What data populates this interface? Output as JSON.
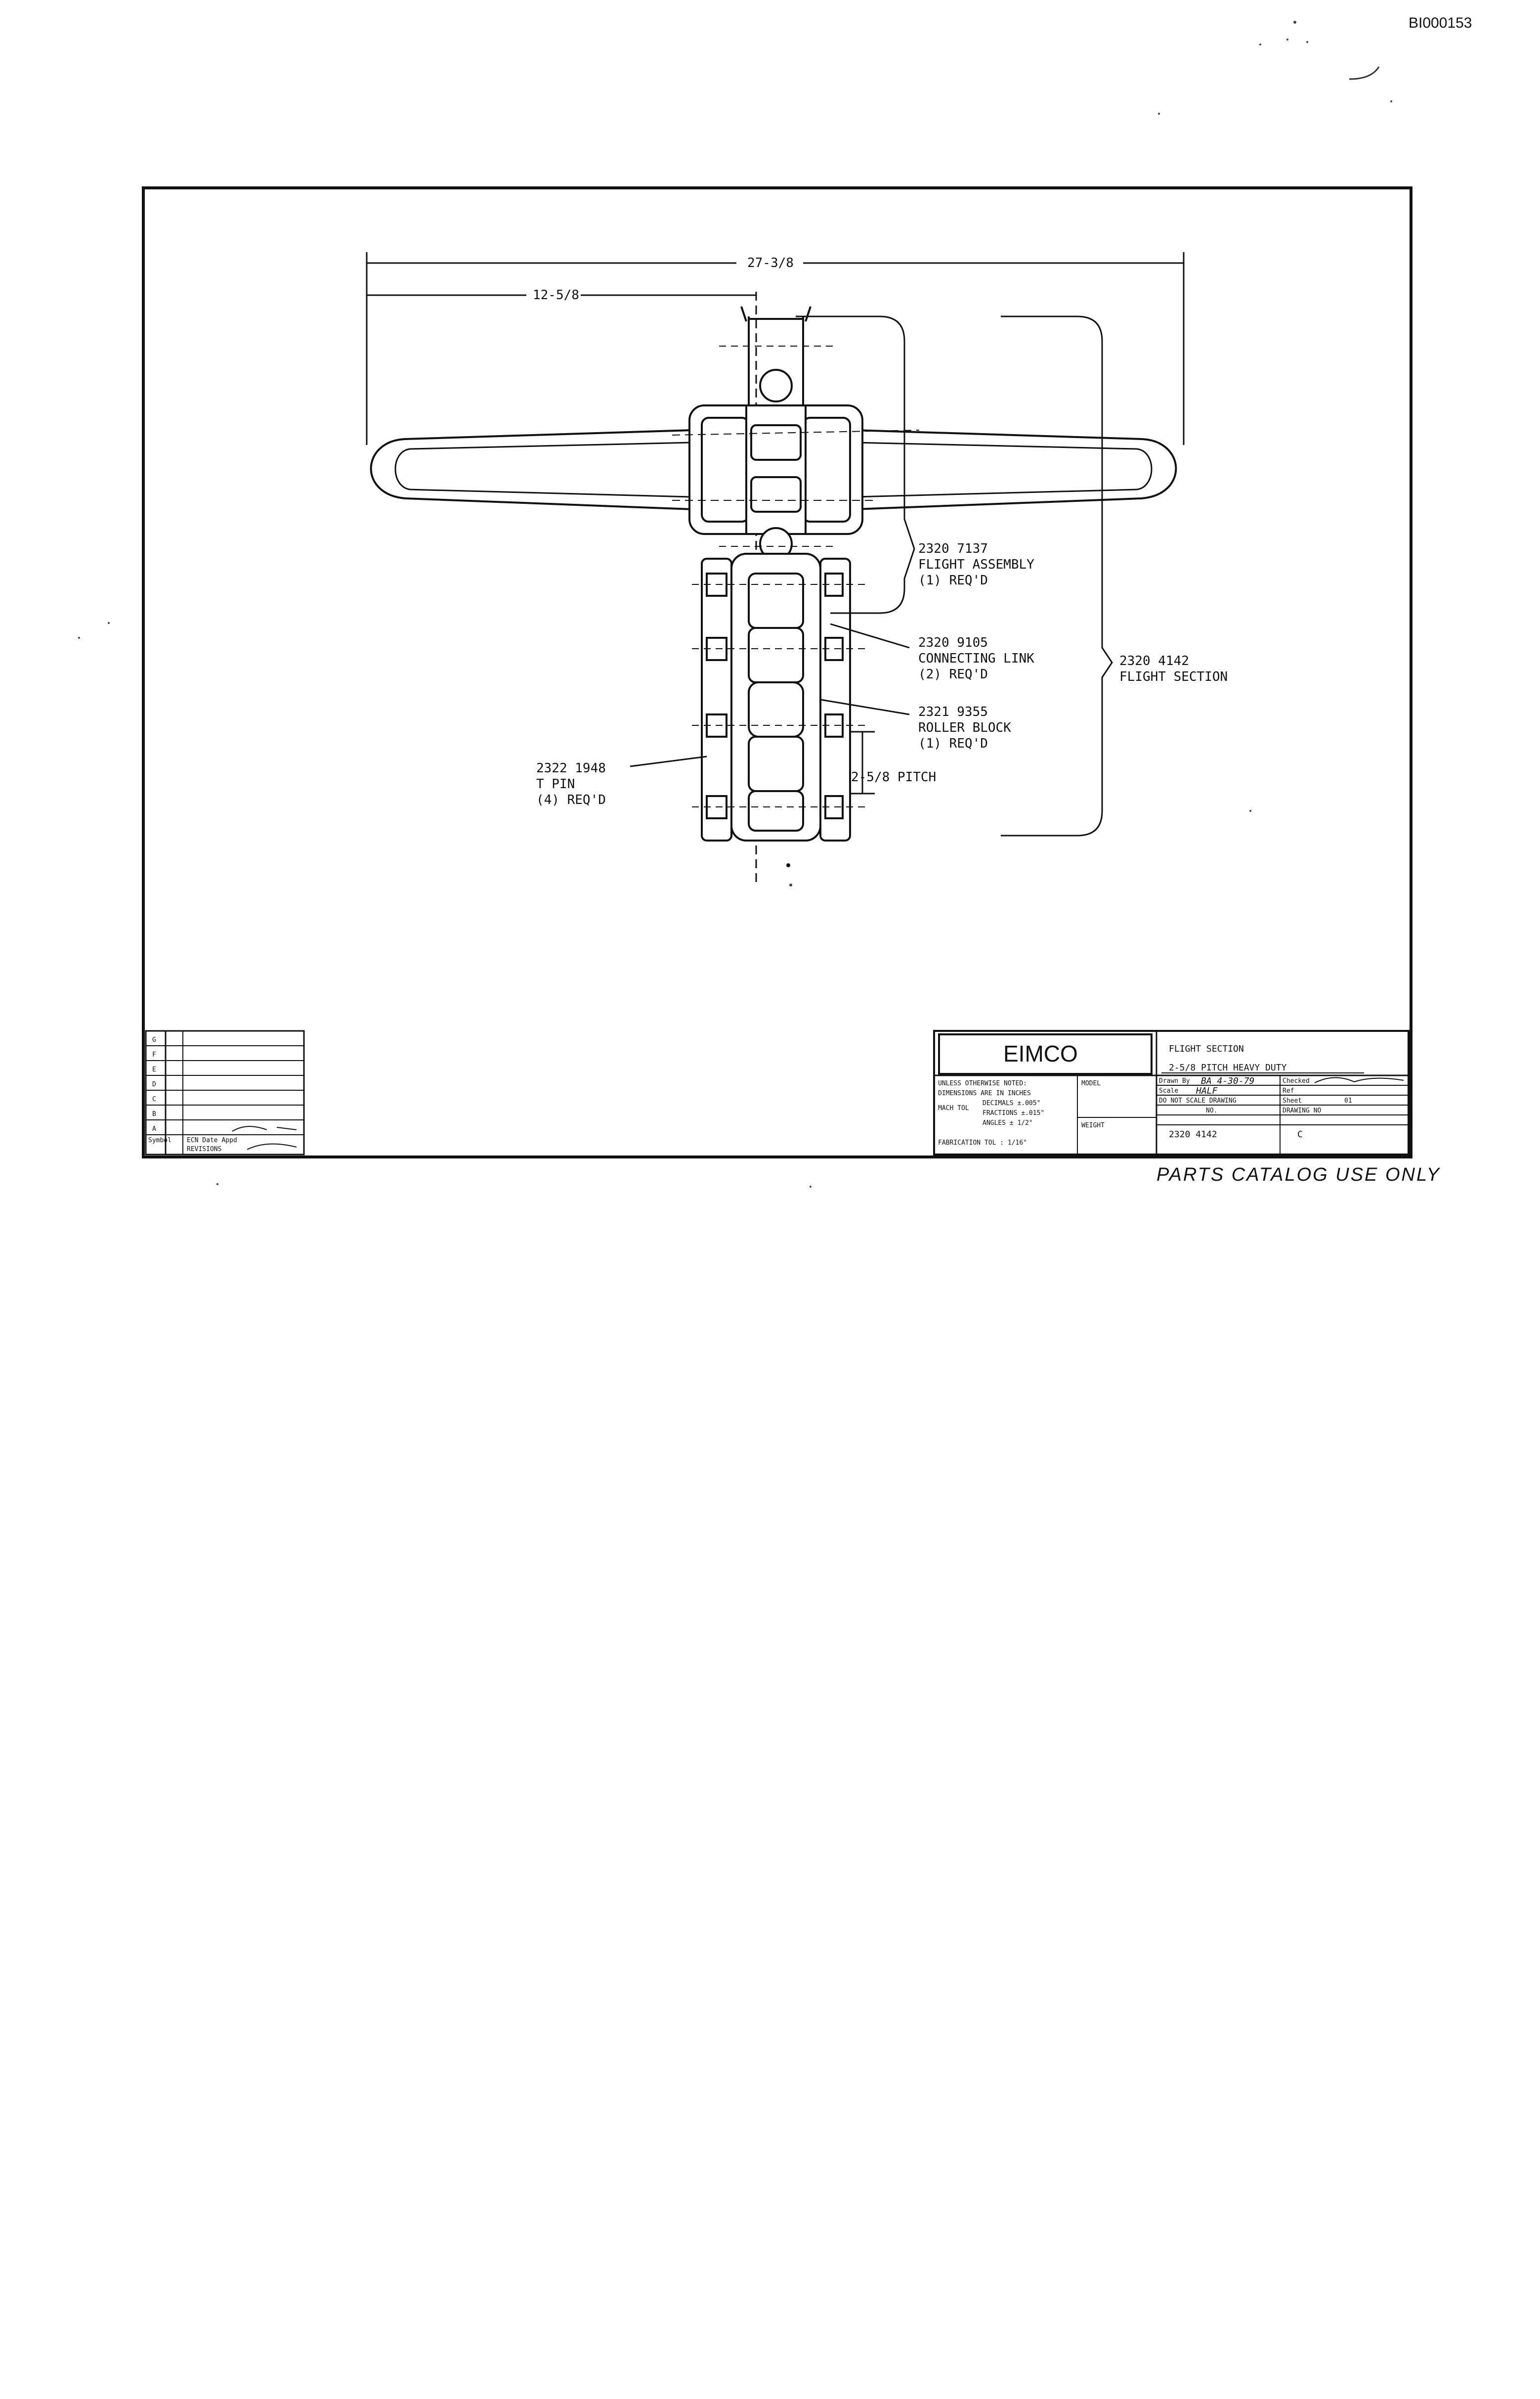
{
  "document_id": "BI000153",
  "dimensions": {
    "overall_width": "27-3/8",
    "half_width": "12-5/8",
    "pitch": "2-5/8 PITCH"
  },
  "callouts": {
    "flight_assembly": [
      "2320 7137",
      "FLIGHT ASSEMBLY",
      "(1) REQ'D"
    ],
    "connecting_link": [
      "2320 9105",
      "CONNECTING LINK",
      "(2) REQ'D"
    ],
    "roller_block": [
      "2321 9355",
      "ROLLER BLOCK",
      "(1) REQ'D"
    ],
    "t_pin": [
      "2322 1948",
      "T PIN",
      "(4) REQ'D"
    ],
    "flight_section": [
      "2320 4142",
      "FLIGHT SECTION"
    ]
  },
  "title_block": {
    "company": "EIMCO",
    "title_line1": "FLIGHT SECTION",
    "title_line2": "2-5/8 PITCH HEAVY DUTY",
    "notes_header": "UNLESS OTHERWISE NOTED:",
    "notes_dims": "DIMENSIONS ARE IN INCHES",
    "mach_tol": "MACH TOL",
    "decimals": "DECIMALS ±.005\"",
    "fractions": "FRACTIONS ±.015\"",
    "angles": "ANGLES ± 1/2°",
    "fabrication_tol": "FABRICATION TOL : 1/16\"",
    "model_label": "MODEL",
    "weight_label": "WEIGHT",
    "drawn_by_label": "Drawn By",
    "drawn_by_value": "BA 4-30-79",
    "checked_label": "Checked",
    "scale_label": "Scale",
    "scale_value": "HALF",
    "ref_label": "Ref",
    "do_not_scale": "DO NOT SCALE DRAWING",
    "sheet_label": "Sheet",
    "sheet_value": "01",
    "part_no_label": "NO.",
    "part_no_value": "2320 4142",
    "drawing_no_label": "DRAWING NO",
    "drawing_no_value": "C"
  },
  "revision_block": {
    "letters": [
      "G",
      "F",
      "E",
      "D",
      "C",
      "B",
      "A"
    ],
    "symbol_label": "Symbol",
    "ecn_label": "ECN Date Appd",
    "revisions_label": "REVISIONS"
  },
  "footer": "PARTS CATALOG USE ONLY"
}
